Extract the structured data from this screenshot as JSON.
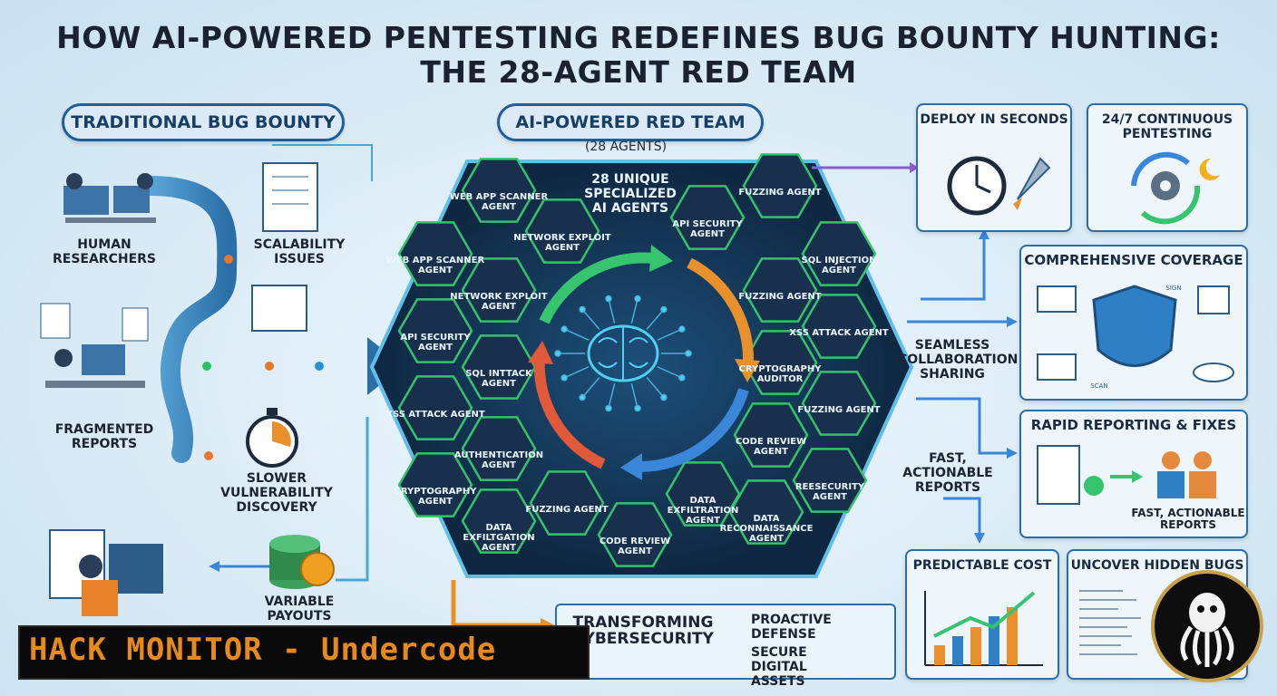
{
  "title": {
    "line1": "HOW AI-POWERED PENTESTING REDEFINES BUG BOUNTY HUNTING:",
    "line2": "THE 28-AGENT RED TEAM"
  },
  "traditional": {
    "header": "TRADITIONAL BUG BOUNTY",
    "items": [
      {
        "label": "HUMAN RESEARCHERS",
        "icon": "researchers-icon"
      },
      {
        "label": "SCALABILITY ISSUES",
        "icon": "documents-icon"
      },
      {
        "label": "FRAGMENTED REPORTS",
        "icon": "workstation-icon"
      },
      {
        "label": "SLOWER VULNERABILITY DISCOVERY",
        "icon": "stopwatch-icon"
      },
      {
        "label": "VARIABLE PAYOUTS",
        "icon": "coins-icon"
      }
    ]
  },
  "ai_team": {
    "header": "AI-POWERED RED TEAM",
    "subheader": "(28 AGENTS)",
    "center_label": "28 UNIQUE SPECIALIZED AI AGENTS",
    "agents": [
      "WEB APP SCANNER AGENT",
      "NETWORK EXPLOIT AGENT",
      "WEB APP SCANNER AGENT",
      "NETWORK EXPLOIT AGENT",
      "API SECURITY AGENT",
      "SQL INTTACK AGENT",
      "XSS ATTACK AGENT",
      "AUTHENTICATION AGENT",
      "CRYPTOGRAPHY AGENT",
      "DATA EXFILTGATION AGENT",
      "FUZZING AGENT",
      "CODE REVIEW AGENT",
      "DATA EXFILTRATION AGENT",
      "DATA RECONNAISSANCE AGENT",
      "REESECURITY AGENT",
      "CODE REVIEW AGENT",
      "FUZZING AGENT",
      "CRYPTOGRAPHY AUDITOR",
      "XSS ATTACK AGENT",
      "FUZZING AGENT",
      "SQL INJECTION AGENT",
      "API SECURITY AGENT",
      "FUZZING AGENT"
    ]
  },
  "benefits": {
    "deploy": "DEPLOY IN SECONDS",
    "continuous": "24/7 CONTINUOUS PENTESTING",
    "coverage": "COMPREHENSIVE COVERAGE",
    "coverage_tags": [
      "SCAN",
      "SIGN"
    ],
    "collab": "SEAMLESS COLLABORATION SHARING",
    "rapid": "RAPID REPORTING & FIXES",
    "rapid_caption": "FAST, ACTIONABLE REPORTS",
    "fast": "FAST, ACTIONABLE REPORTS",
    "cost": "PREDICTABLE COST",
    "hidden": "UNCOVER HIDDEN BUGS"
  },
  "outcome": {
    "transform": "TRANSFORMING CYBERSECURITY",
    "proactive": "PROACTIVE DEFENSE",
    "secure": "SECURE DIGITAL ASSETS"
  },
  "banner": "HACK MONITOR - Undercode",
  "colors": {
    "navy": "#1f4f80",
    "hex_fill": "#17334f",
    "hex_stroke": "#39c36a",
    "accent_orange": "#e68a1e",
    "accent_purple": "#8a5cd6",
    "banner_bg": "#0a0a0a"
  }
}
